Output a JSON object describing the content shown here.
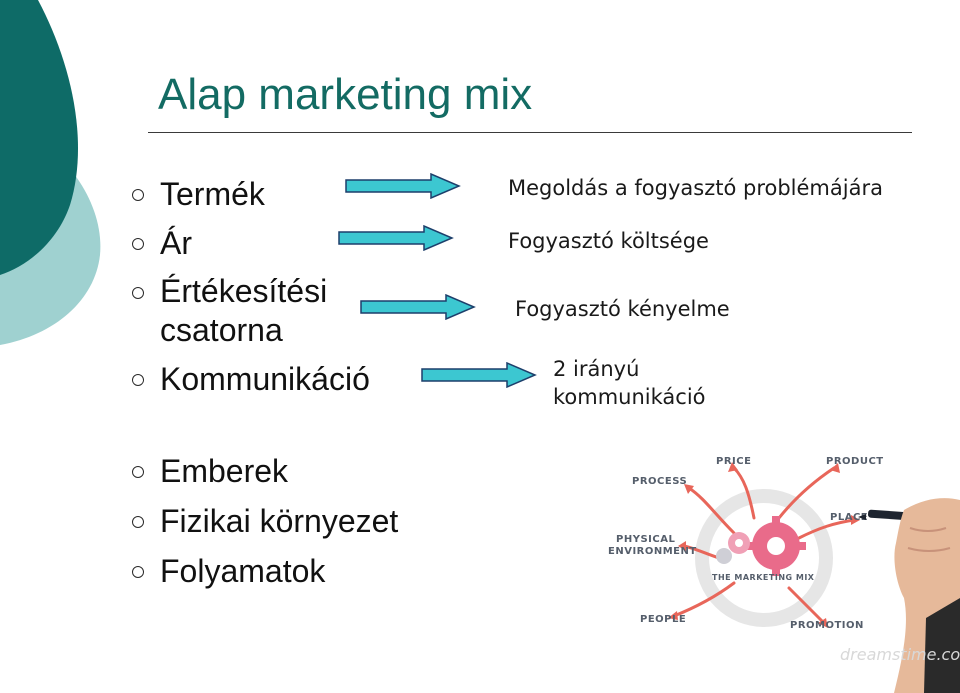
{
  "slide": {
    "title": "Alap marketing mix"
  },
  "items": [
    {
      "label": "Termék",
      "description": "Megoldás a fogyasztó problémájára"
    },
    {
      "label": "Ár",
      "description": "Fogyasztó költsége"
    },
    {
      "label_line1": "Értékesítési",
      "label_line2": "csatorna",
      "description": "Fogyasztó kényelme"
    },
    {
      "label": "Kommunikáció",
      "description_line1": "2 irányú",
      "description_line2": "kommunikáció"
    }
  ],
  "extra_items": [
    "Emberek",
    "Fizikai környezet",
    "Folyamatok"
  ],
  "illustration": {
    "labels": {
      "price": "PRICE",
      "product": "PRODUCT",
      "process": "PROCESS",
      "place": "PLACE",
      "physical_1": "PHYSICAL",
      "physical_2": "ENVIRONMENT",
      "center": "THE MARKETING MIX",
      "people": "PEOPLE",
      "promotion": "PROMOTION"
    },
    "watermark": "dreamstime.com"
  },
  "colors": {
    "title": "#136b63",
    "arrow_fill": "#3cc7d1",
    "arrow_stroke": "#1d3f6b",
    "deco_dark": "#0e6b67",
    "deco_light": "#9fd1d0",
    "gear": "#e96b8a"
  }
}
